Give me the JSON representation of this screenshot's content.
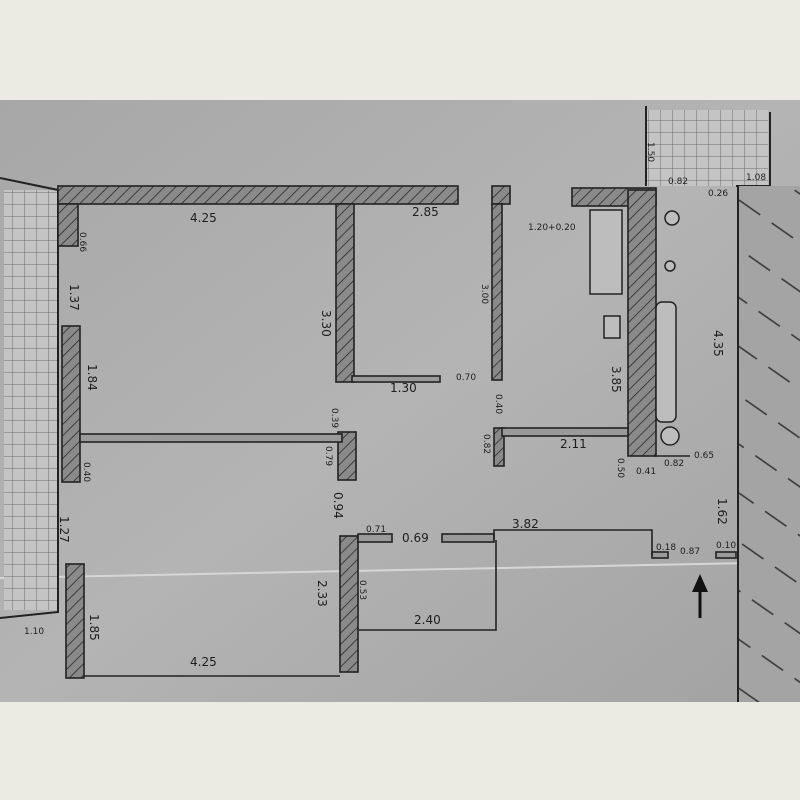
{
  "colors": {
    "background": "#ecebe3",
    "paper": "#a9a9a9",
    "wall_fill": "#8a8a8a",
    "ink": "#1e1e1e"
  },
  "labels": {
    "top_wall_left": "4.25",
    "top_wall_mid": "2.85",
    "left_upper_wall": "0.66",
    "left_gap_upper": "1.37",
    "left_wall_mid": "1.84",
    "left_gap_mid": "0.40",
    "left_gap_lower": "1.27",
    "left_wall_lower": "1.85",
    "left_bottom": "1.10",
    "partition_upper": "3.30",
    "partition_short": "1.30",
    "partition_gap": "0.39",
    "partition_stub": "0.79",
    "partition_lower": "0.94",
    "mid_wall": "3.00",
    "mid_gap": "0.70",
    "mid_gap_2": "0.40",
    "mid_stub": "0.82",
    "bath_dims": "1.20+0.20",
    "bath_wall": "3.85",
    "bath_partition": "2.11",
    "bath_gap": "0.50",
    "bath_stub": "0.41",
    "bath_door": "0.82",
    "right_gap": "0.65",
    "right_wall": "4.35",
    "right_lower": "1.62",
    "bottom_stub_left": "0.71",
    "bottom_door": "0.69",
    "bottom_run": "3.82",
    "bottom_stub_right": "0.18",
    "bottom_right_gap": "0.87",
    "bottom_right_end": "0.10",
    "lower_wall": "2.33",
    "lower_gap": "0.53",
    "lower_ledge": "2.40",
    "bottom_wall": "4.25",
    "balcony_depth": "1.50",
    "balcony_door": "0.82",
    "balcony_gap": "0.26",
    "balcony_width": "1.08"
  }
}
